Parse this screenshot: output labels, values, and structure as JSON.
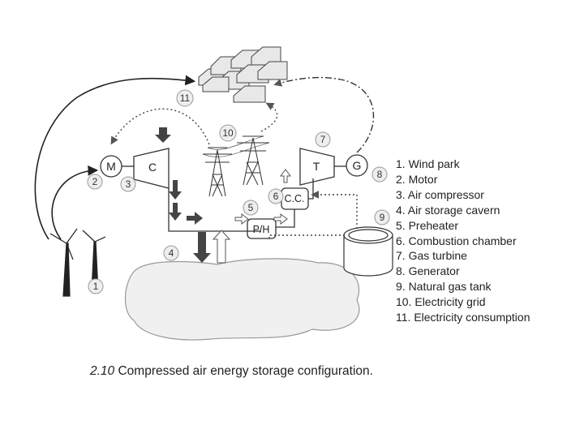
{
  "components": {
    "motor": "M",
    "compressor": "C",
    "turbine": "T",
    "generator": "G",
    "preheater": "P/H",
    "combustion_chamber": "C.C."
  },
  "markers": [
    "1",
    "2",
    "3",
    "4",
    "5",
    "6",
    "7",
    "8",
    "9",
    "10",
    "11"
  ],
  "legend": [
    "1. Wind park",
    "2. Motor",
    "3. Air compressor",
    "4. Air storage cavern",
    "5. Preheater",
    "6. Combustion chamber",
    "7. Gas turbine",
    "8. Generator",
    "9. Natural gas tank",
    "10. Electricity grid",
    "11. Electricity consumption"
  ],
  "caption": {
    "number": "2.10",
    "text": "Compressed air energy storage configuration."
  }
}
